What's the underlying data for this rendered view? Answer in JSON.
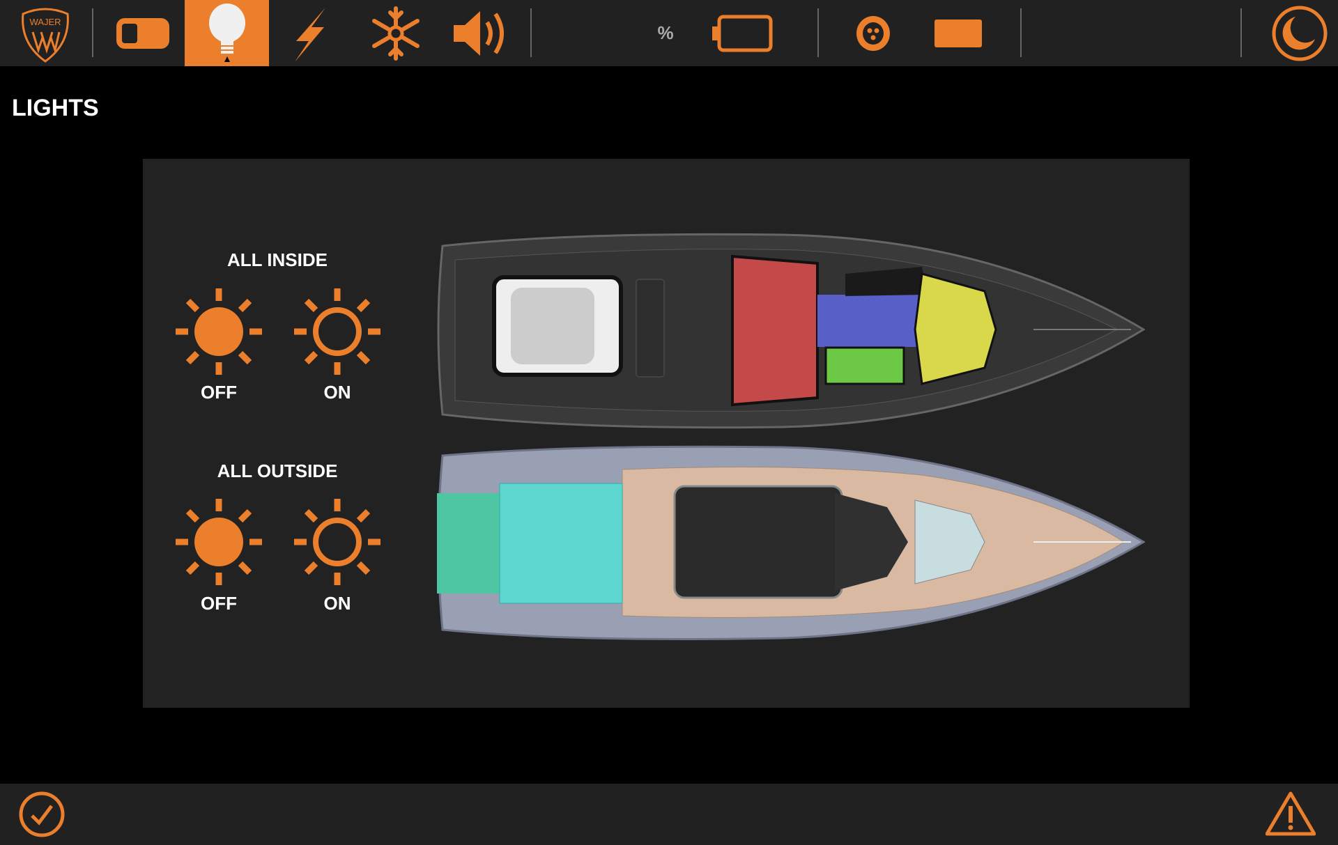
{
  "colors": {
    "accent": "#ec7f2b",
    "bar": "#212121",
    "panel": "#222222"
  },
  "topbar": {
    "logo": "WAJER",
    "tabs": [
      {
        "id": "switches",
        "icon": "toggle-icon"
      },
      {
        "id": "lights",
        "icon": "lightbulb-icon",
        "active": true
      },
      {
        "id": "power",
        "icon": "lightning-icon"
      },
      {
        "id": "climate",
        "icon": "snowflake-icon"
      },
      {
        "id": "audio",
        "icon": "speaker-icon"
      }
    ],
    "battery_percent_label": "%",
    "icons": [
      "battery-icon",
      "shore-power-plug-icon",
      "tank-icon",
      "night-mode-moon-icon"
    ]
  },
  "page_title": "LIGHTS",
  "groups": [
    {
      "label": "ALL INSIDE",
      "off_label": "OFF",
      "on_label": "ON"
    },
    {
      "label": "ALL OUTSIDE",
      "off_label": "OFF",
      "on_label": "ON"
    }
  ],
  "bottombar": {
    "icons": [
      "check-circle-icon",
      "warning-icon"
    ]
  }
}
